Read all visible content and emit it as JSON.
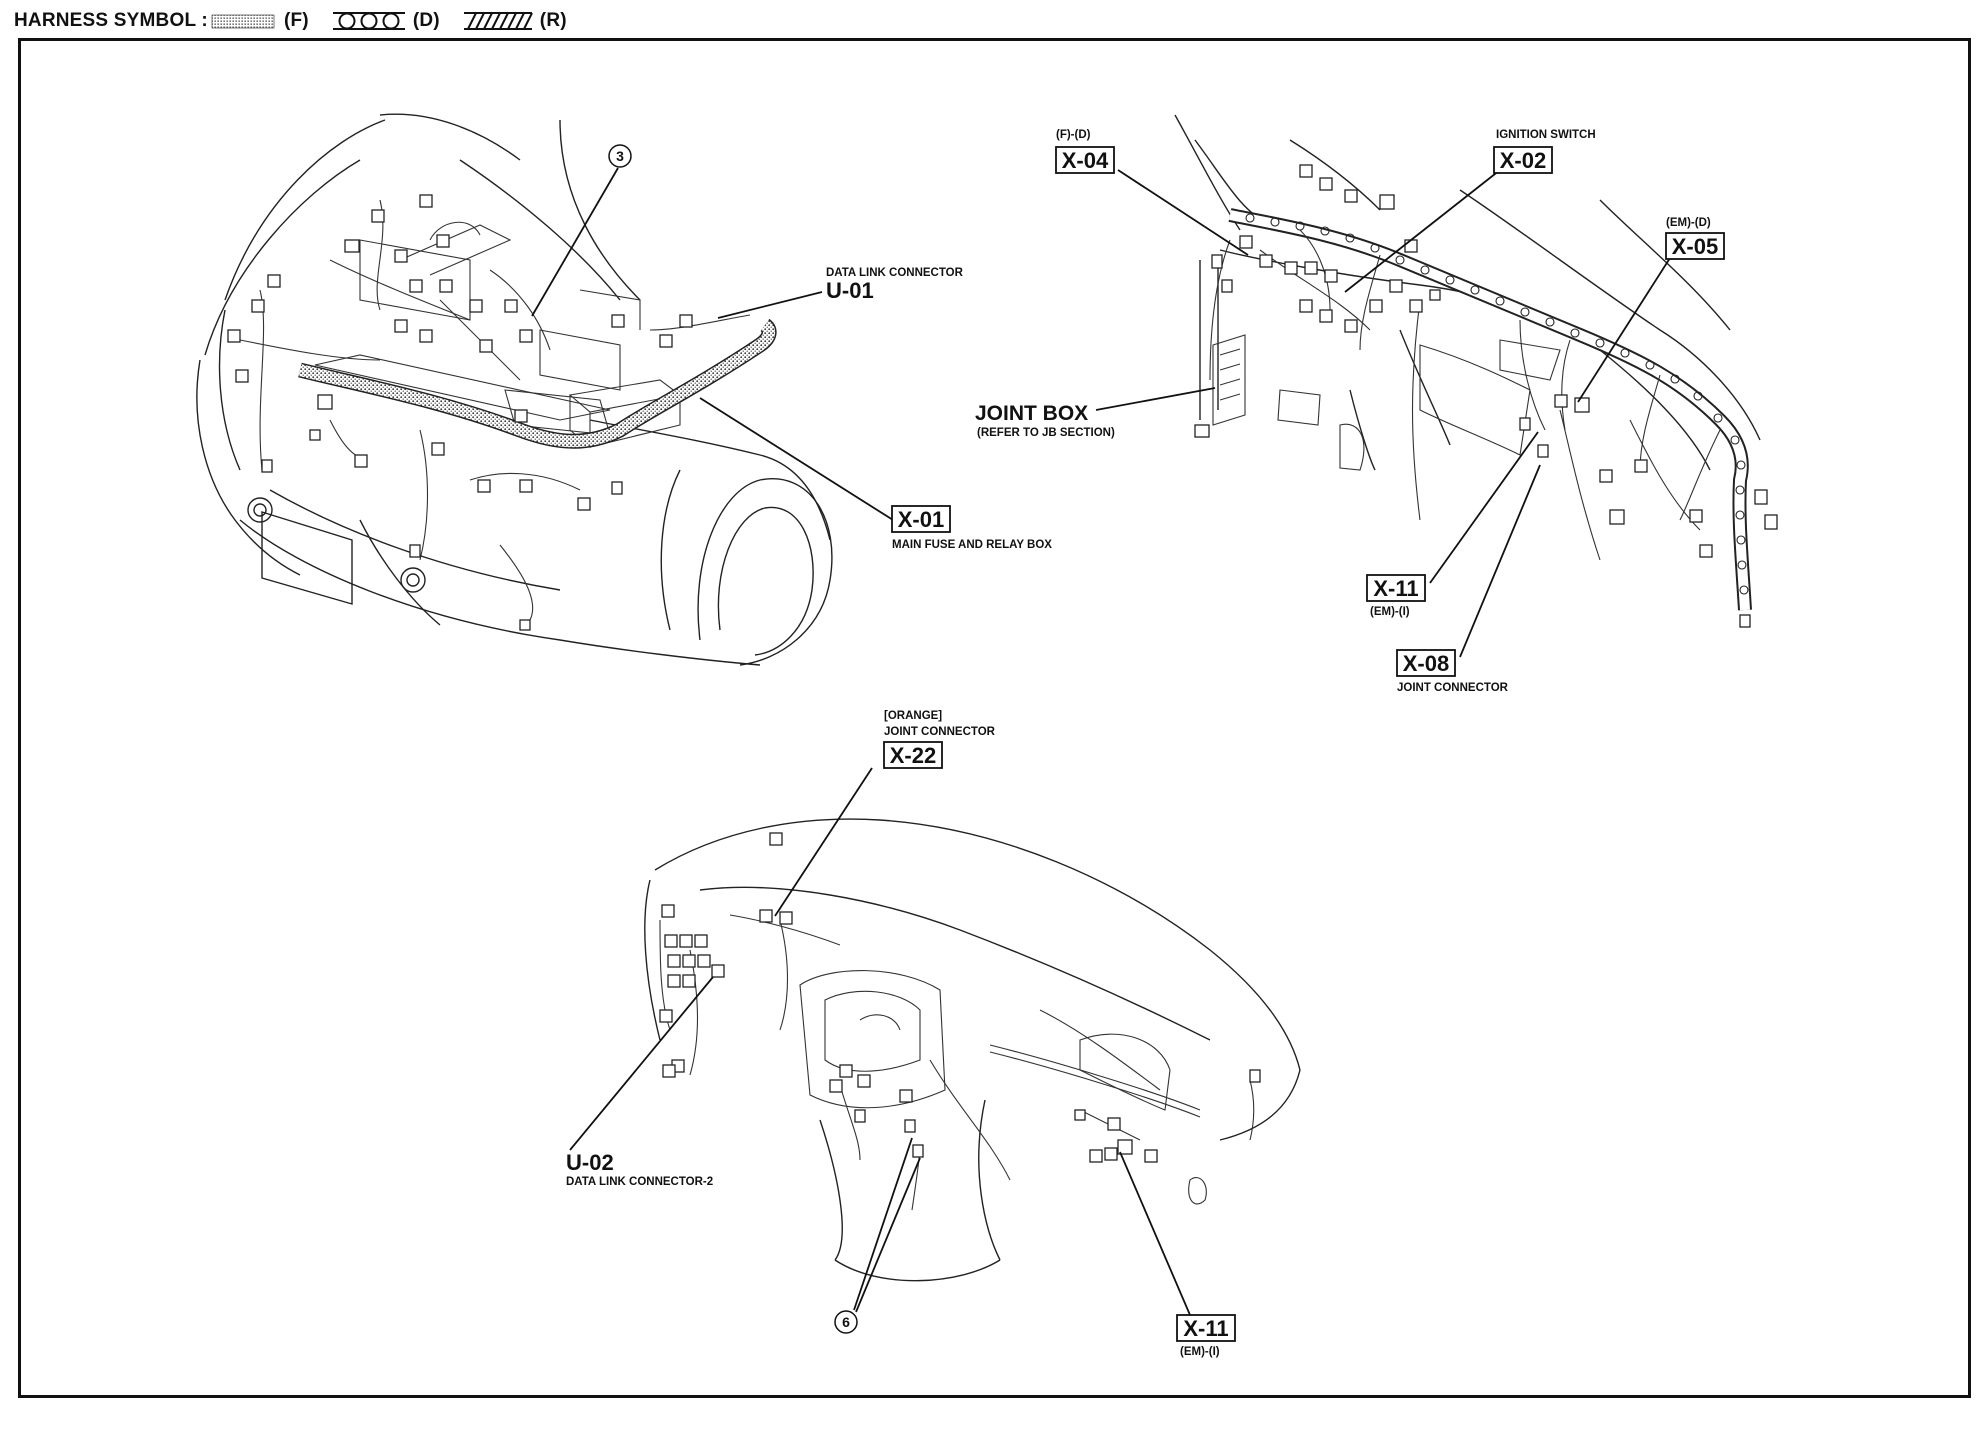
{
  "legend": {
    "title": "HARNESS SYMBOL :",
    "items": [
      {
        "pattern": "dotted",
        "code": "(F)"
      },
      {
        "pattern": "circles",
        "code": "(D)"
      },
      {
        "pattern": "hatched",
        "code": "(R)"
      }
    ]
  },
  "callouts": {
    "x01": {
      "code": "X-01",
      "desc": "MAIN FUSE AND RELAY BOX"
    },
    "u01": {
      "code": "U-01",
      "desc": "DATA LINK CONNECTOR"
    },
    "n3": {
      "num": "3"
    },
    "x04": {
      "code": "X-04",
      "tag": "(F)-(D)"
    },
    "x02": {
      "code": "X-02",
      "desc": "IGNITION SWITCH"
    },
    "x05": {
      "code": "X-05",
      "tag": "(EM)-(D)"
    },
    "joint_box": {
      "label": "JOINT BOX",
      "desc": "(REFER TO JB SECTION)"
    },
    "x11a": {
      "code": "X-11",
      "tag": "(EM)-(I)"
    },
    "x08": {
      "code": "X-08",
      "desc": "JOINT CONNECTOR"
    },
    "x22": {
      "code": "X-22",
      "color": "[ORANGE]",
      "desc": "JOINT CONNECTOR"
    },
    "u02": {
      "code": "U-02",
      "desc": "DATA LINK CONNECTOR-2"
    },
    "n6": {
      "num": "6"
    },
    "x11b": {
      "code": "X-11",
      "tag": "(EM)-(I)"
    }
  }
}
